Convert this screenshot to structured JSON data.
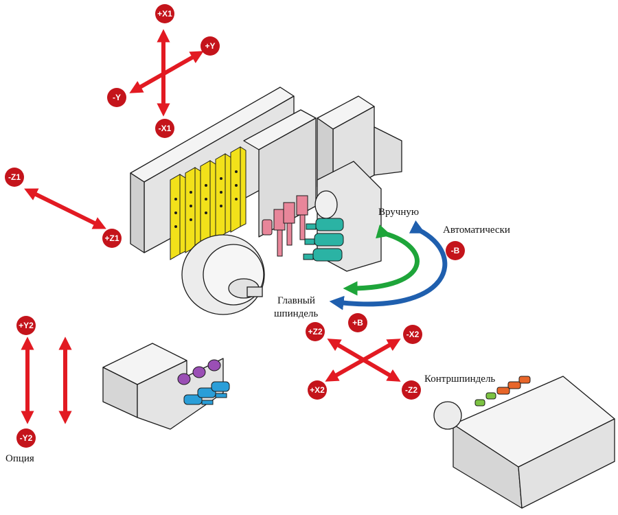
{
  "axis_labels": {
    "x1_plus": "+X1",
    "x1_minus": "-X1",
    "y_plus": "+Y",
    "y_minus": "-Y",
    "z1_minus": "-Z1",
    "z1_plus": "+Z1",
    "y2_plus": "+Y2",
    "y2_minus": "-Y2",
    "z2_plus": "+Z2",
    "x2_minus": "-X2",
    "x2_plus": "+X2",
    "z2_minus": "-Z2",
    "b_minus": "-B",
    "b_plus": "+B"
  },
  "text_labels": {
    "manual": "Вручную",
    "automatic": "Автоматически",
    "main_spindle_line1": "Главный",
    "main_spindle_line2": "шпиндель",
    "sub_spindle": "Контршпиндель",
    "option": "Опция"
  },
  "colors": {
    "axis_arrow": "#e21a22",
    "badge": "#c4141b",
    "manual_arrow": "#1ea53a",
    "automatic_arrow": "#1f5fae",
    "turret_tools": "#f2e11a",
    "pink_tools": "#e8869a",
    "teal_tools": "#2bb3a4",
    "blue_tools": "#2a9ed8",
    "purple_tools": "#9a4fb5",
    "orange_tools": "#e8662a",
    "green_tools": "#7cc243",
    "machine_body": "#e6e6e6"
  }
}
